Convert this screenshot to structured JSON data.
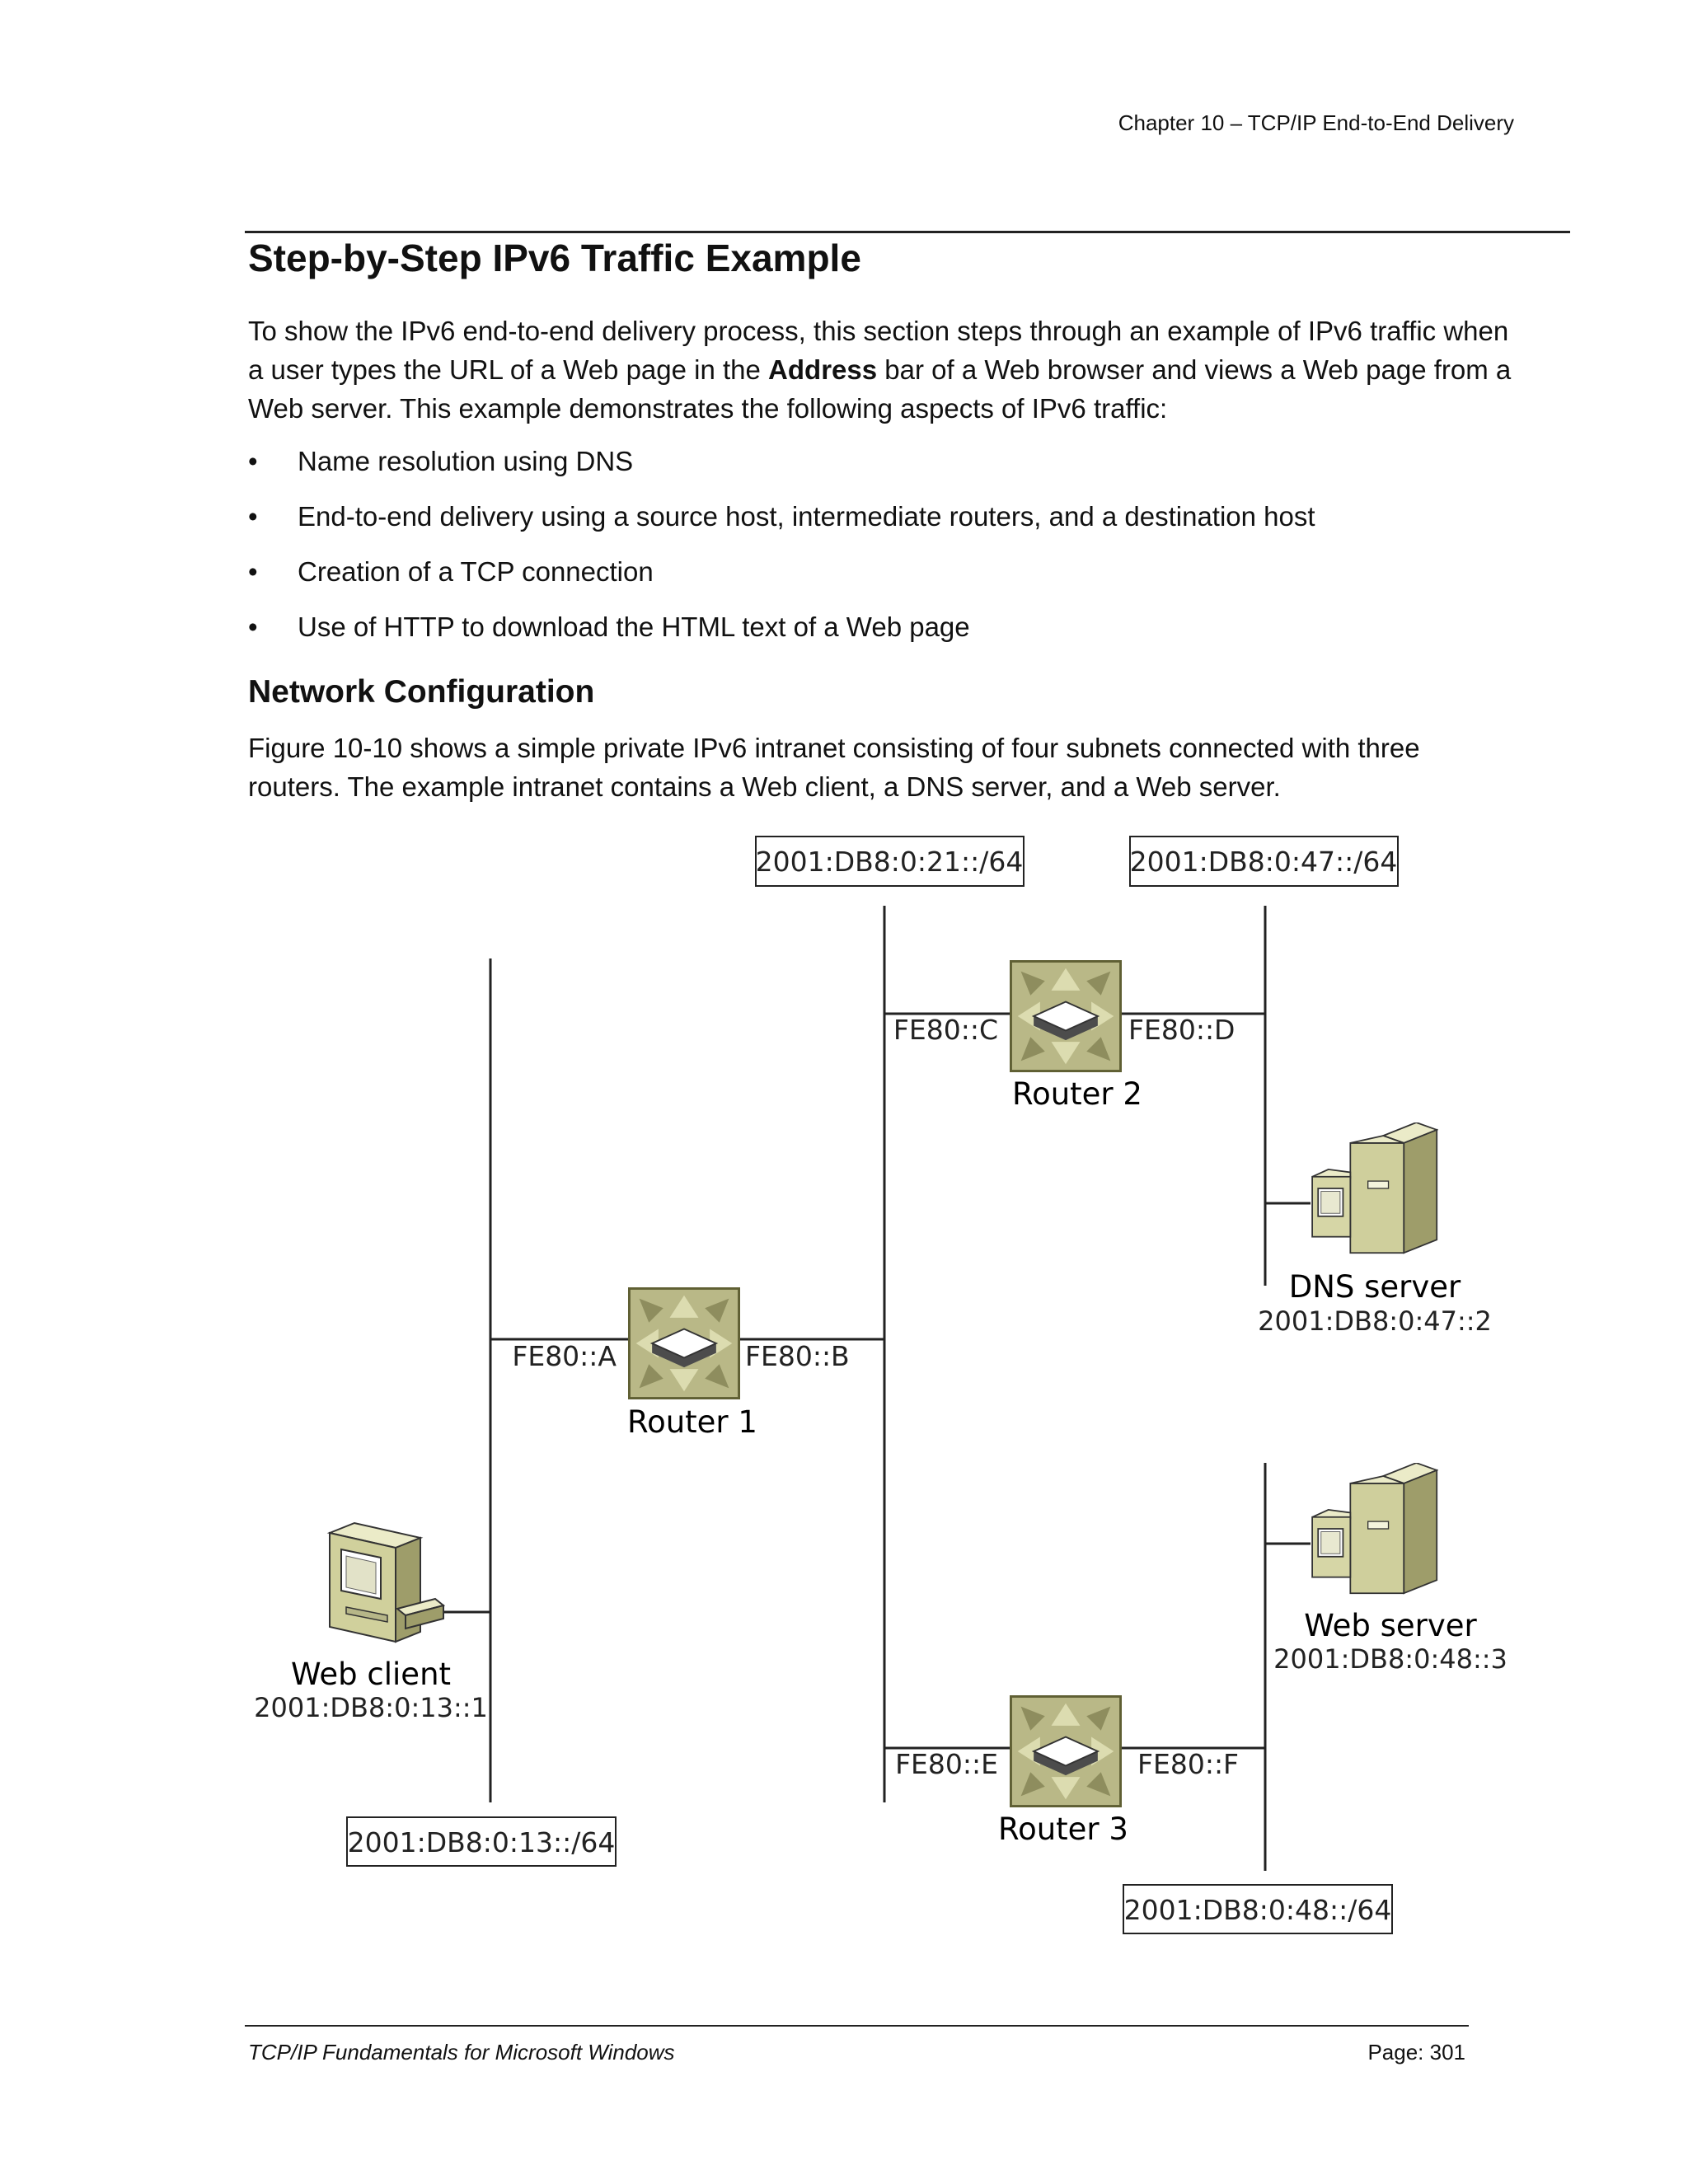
{
  "header": {
    "chapter": "Chapter 10 – TCP/IP End-to-End Delivery"
  },
  "section": {
    "title": "Step-by-Step IPv6 Traffic Example",
    "intro_before_bold": "To show the IPv6 end-to-end delivery process, this section steps through an example of IPv6 traffic when a user types the URL of a Web page in the ",
    "intro_bold": "Address",
    "intro_after_bold": " bar of a Web browser and views a Web page from a Web server. This example demonstrates the following aspects of IPv6 traffic:",
    "bullet_glyph": "•",
    "bullets": [
      "Name resolution using DNS",
      "End-to-end delivery using a source host, intermediate routers, and a destination host",
      "Creation of a TCP connection",
      "Use of HTTP to download the HTML text of a Web page"
    ]
  },
  "network_config": {
    "title": "Network Configuration",
    "text": "Figure 10-10 shows a simple private IPv6 intranet consisting of four subnets connected with three routers. The example intranet contains a Web client, a DNS server, and a Web server."
  },
  "diagram": {
    "subnets": {
      "s21": "2001:DB8:0:21::/64",
      "s47": "2001:DB8:0:47::/64",
      "s13": "2001:DB8:0:13::/64",
      "s48": "2001:DB8:0:48::/64"
    },
    "routers": {
      "r1": {
        "name": "Router 1",
        "if_left": "FE80::A",
        "if_right": "FE80::B"
      },
      "r2": {
        "name": "Router 2",
        "if_left": "FE80::C",
        "if_right": "FE80::D"
      },
      "r3": {
        "name": "Router 3",
        "if_left": "FE80::E",
        "if_right": "FE80::F"
      }
    },
    "hosts": {
      "web_client": {
        "name": "Web client",
        "address": "2001:DB8:0:13::1"
      },
      "dns_server": {
        "name": "DNS server",
        "address": "2001:DB8:0:47::2"
      },
      "web_server": {
        "name": "Web server",
        "address": "2001:DB8:0:48::3"
      }
    },
    "icons": {
      "router": "router-icon",
      "computer": "computer-icon",
      "server": "server-icon"
    }
  },
  "footer": {
    "book_title": "TCP/IP Fundamentals for Microsoft Windows",
    "page": "Page: 301"
  }
}
